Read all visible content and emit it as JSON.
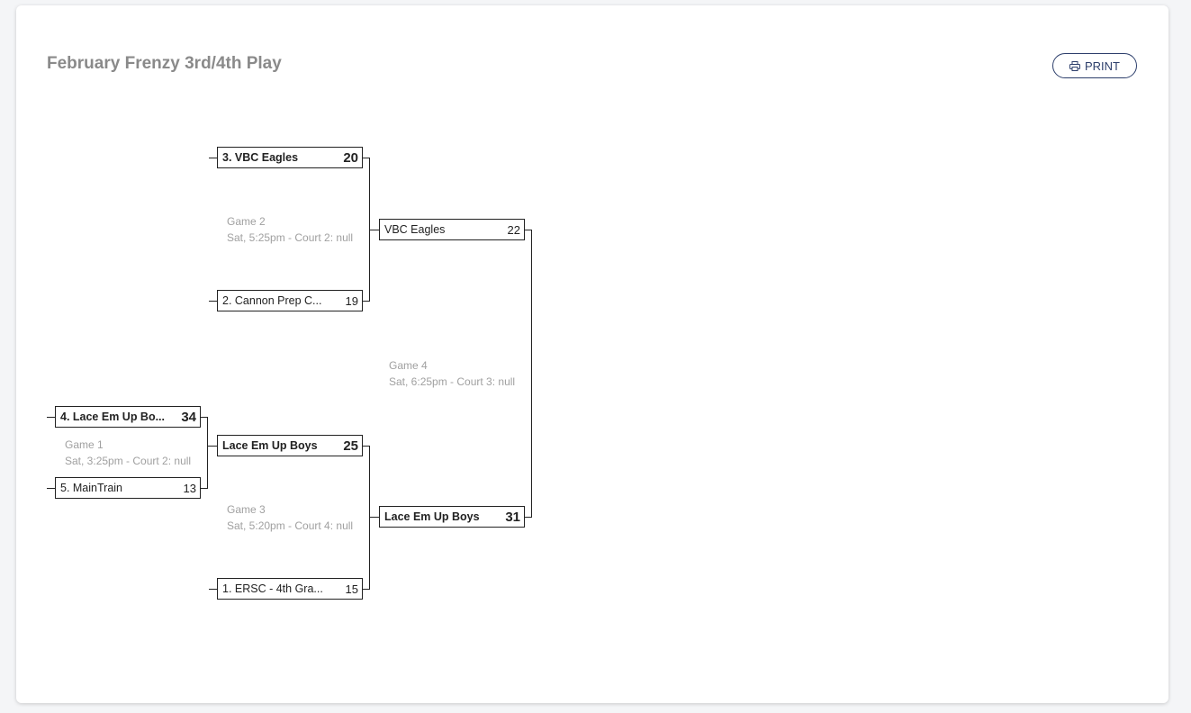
{
  "page": {
    "title": "February Frenzy 3rd/4th Play",
    "print_label": "PRINT"
  },
  "games": [
    {
      "label": "Game 1",
      "time": "Sat, 3:25pm - Court 2: null"
    },
    {
      "label": "Game 2",
      "time": "Sat, 5:25pm - Court 2: null"
    },
    {
      "label": "Game 3",
      "time": "Sat, 5:20pm - Court 4: null"
    },
    {
      "label": "Game 4",
      "time": "Sat, 6:25pm - Court 3: null"
    }
  ],
  "slots": [
    {
      "name": "4. Lace Em Up Bo...",
      "score": "34",
      "winner": true
    },
    {
      "name": "5. MainTrain",
      "score": "13",
      "winner": false
    },
    {
      "name": "3. VBC Eagles",
      "score": "20",
      "winner": true
    },
    {
      "name": "2. Cannon Prep C...",
      "score": "19",
      "winner": false
    },
    {
      "name": "Lace Em Up Boys",
      "score": "25",
      "winner": true
    },
    {
      "name": "1. ERSC - 4th Gra...",
      "score": "15",
      "winner": false
    },
    {
      "name": "VBC Eagles",
      "score": "22",
      "winner": false
    },
    {
      "name": "Lace Em Up Boys",
      "score": "31",
      "winner": true
    }
  ]
}
